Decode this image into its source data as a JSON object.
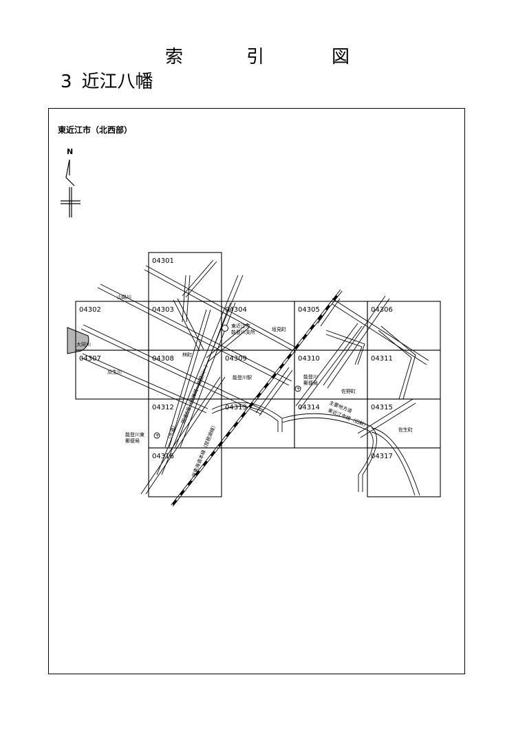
{
  "heading": {
    "chars": [
      "索",
      "引",
      "図"
    ]
  },
  "section": {
    "number": "3",
    "name": "近江八幡"
  },
  "area_label": "東近江市（北西部）",
  "compass": {
    "north": "N"
  },
  "tiles": [
    {
      "id": "04301",
      "col": 1,
      "row": 0
    },
    {
      "id": "04302",
      "col": 0,
      "row": 1
    },
    {
      "id": "04303",
      "col": 1,
      "row": 1
    },
    {
      "id": "04304",
      "col": 2,
      "row": 1
    },
    {
      "id": "04305",
      "col": 3,
      "row": 1
    },
    {
      "id": "04306",
      "col": 4,
      "row": 1
    },
    {
      "id": "04307",
      "col": 0,
      "row": 2
    },
    {
      "id": "04308",
      "col": 1,
      "row": 2
    },
    {
      "id": "04309",
      "col": 2,
      "row": 2
    },
    {
      "id": "04310",
      "col": 3,
      "row": 2
    },
    {
      "id": "04311",
      "col": 4,
      "row": 2
    },
    {
      "id": "04312",
      "col": 1,
      "row": 3
    },
    {
      "id": "04313",
      "col": 2,
      "row": 3
    },
    {
      "id": "04314",
      "col": 3,
      "row": 3
    },
    {
      "id": "04315",
      "col": 4,
      "row": 3
    },
    {
      "id": "04316",
      "col": 1,
      "row": 4
    },
    {
      "id": "04317",
      "col": 4,
      "row": 4
    }
  ],
  "places": {
    "yamaji_river": "山路川",
    "ooka_river": "大同川",
    "uryu_river": "瓜生川",
    "branch_office": "東近江市\n能登川支所",
    "kakimi_cho": "垣見町",
    "hayashi_cho": "林町",
    "notogawa_station": "能登川駅",
    "notogawa_post": "能登川\n郵便局",
    "sano_cho": "佐野町",
    "notogawa_east_post": "能登川東\n郵便局",
    "sau_cho": "佐生町",
    "main_road": "主要地方道",
    "route_kanzaki": "東近江市線（旧幹）",
    "national_route": "国道8号（旧神崎〜能登川〜）",
    "route_small": "（市道）",
    "jr_line": "JR東海道本線（琵琶湖線）"
  }
}
